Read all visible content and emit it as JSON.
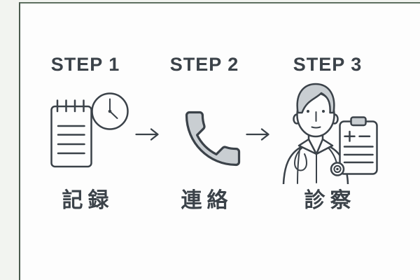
{
  "figure": {
    "type": "process-flow",
    "direction": "left-to-right",
    "arrow_glyph": "→",
    "steps": [
      {
        "step_label": "STEP 1",
        "title": "記録",
        "icon": "notepad-clock-icon"
      },
      {
        "step_label": "STEP 2",
        "title": "連絡",
        "icon": "phone-icon"
      },
      {
        "step_label": "STEP 3",
        "title": "診察",
        "icon": "doctor-clipboard-icon"
      }
    ]
  },
  "colors": {
    "outline": "#3b4249",
    "light_fill": "#c9ced2",
    "background": "#f2f4f0",
    "card": "#fdfdfd",
    "edge_line": "#4a5a4d"
  }
}
